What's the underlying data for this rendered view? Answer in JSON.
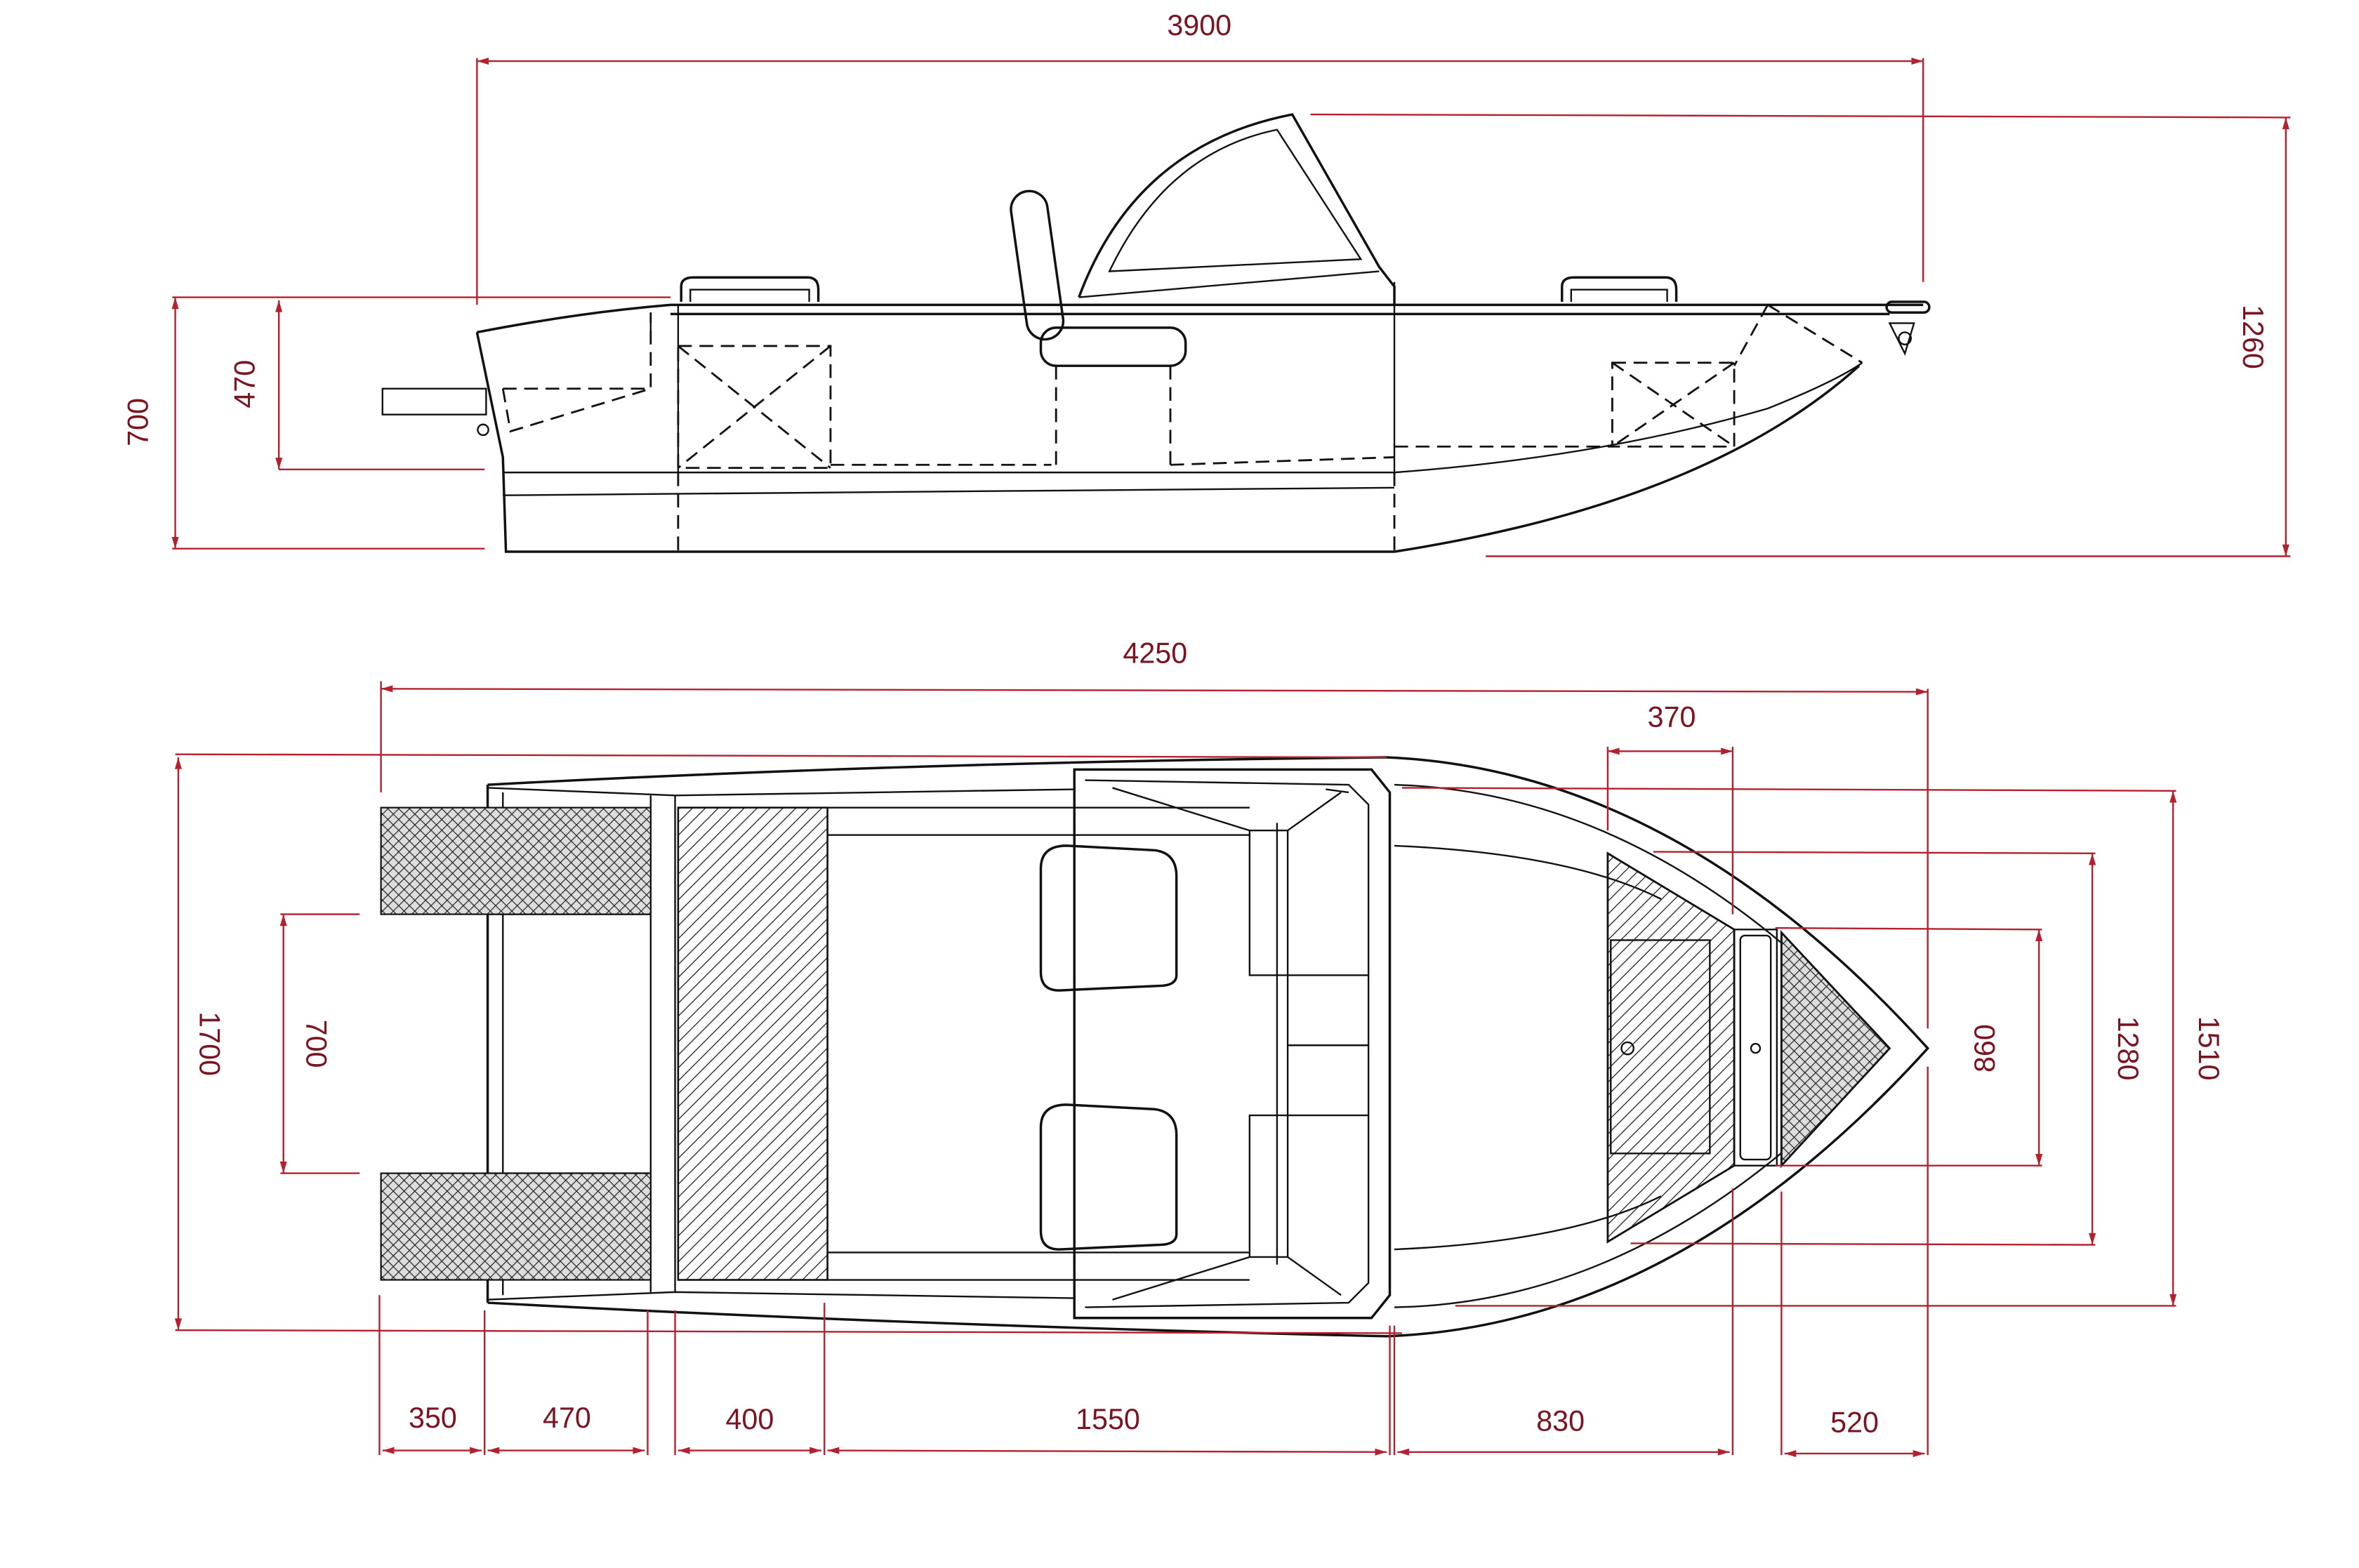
{
  "side_view": {
    "dimensions": {
      "length": "3900",
      "overall_height": "1260",
      "hull_height": "700",
      "transom_height": "470"
    }
  },
  "top_view": {
    "dimensions": {
      "overall_length": "4250",
      "beam": "1700",
      "transom_gap": "700",
      "bow_locker_length": "370",
      "width_1510": "1510",
      "width_1280": "1280",
      "width_860": "860",
      "seg_350": "350",
      "seg_470": "470",
      "seg_400": "400",
      "seg_1550": "1550",
      "seg_830": "830",
      "seg_520": "520"
    }
  },
  "colors": {
    "dimension_line": "#b5202e",
    "dimension_text": "#7a1420",
    "outline": "#111111"
  }
}
